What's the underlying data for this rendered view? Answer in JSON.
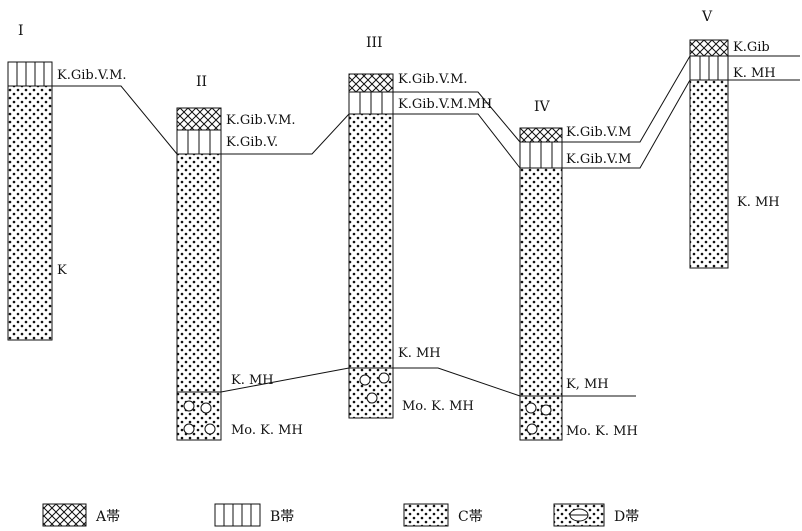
{
  "columns": [
    {
      "id": "I",
      "numeral": "I"
    },
    {
      "id": "II",
      "numeral": "II"
    },
    {
      "id": "III",
      "numeral": "III"
    },
    {
      "id": "IV",
      "numeral": "IV"
    },
    {
      "id": "V",
      "numeral": "V"
    }
  ],
  "labels": {
    "c1_top": "K.Gib.V.M.",
    "c1_mid": "K",
    "c2_top": "K.Gib.V.M.",
    "c2_b": "K.Gib.V.",
    "c2_mh": "K. MH",
    "c2_mo": "Mo. K. MH",
    "c3_top": "K.Gib.V.M.",
    "c3_b": "K.Gib.V.M.MH",
    "c3_mh": "K. MH",
    "c3_mo": "Mo. K. MH",
    "c4_top": "K.Gib.V.M",
    "c4_b": "K.Gib.V.M",
    "c4_mh": "K, MH",
    "c4_mo": "Mo. K. MH",
    "c5_top": "K.Gib",
    "c5_b": "K. MH",
    "c5_mid": "K. MH"
  },
  "legend": [
    {
      "key": "A",
      "label": "A帯"
    },
    {
      "key": "B",
      "label": "B帯"
    },
    {
      "key": "C",
      "label": "C帯"
    },
    {
      "key": "D",
      "label": "D帯"
    }
  ]
}
